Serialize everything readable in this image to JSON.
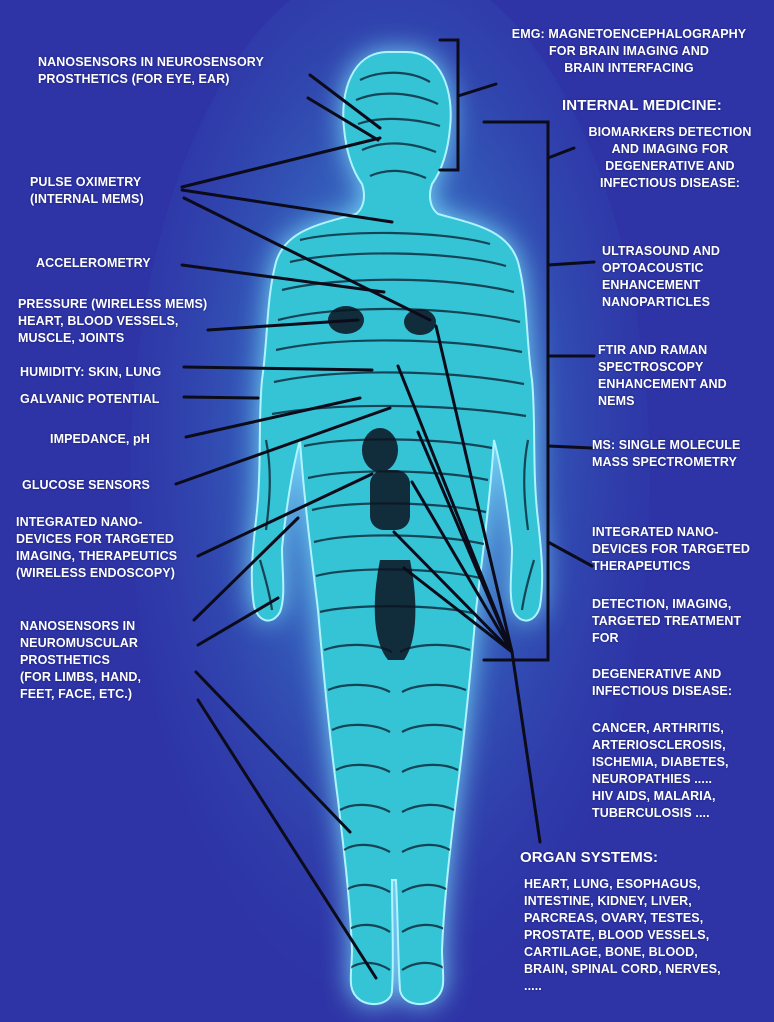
{
  "left_labels": {
    "neurosensory": "NANOSENSORS IN NEUROSENSORY\nPROSTHETICS (FOR EYE, EAR)",
    "pulse_oximetry": "PULSE OXIMETRY\n(INTERNAL MEMS)",
    "accelerometry": "ACCELEROMETRY",
    "pressure": "PRESSURE (WIRELESS MEMS)\nHEART, BLOOD VESSELS,\nMUSCLE, JOINTS",
    "humidity": "HUMIDITY: SKIN, LUNG",
    "galvanic": "GALVANIC POTENTIAL",
    "impedance": "IMPEDANCE, pH",
    "glucose": "GLUCOSE SENSORS",
    "integrated_imaging": "INTEGRATED NANO-\nDEVICES FOR TARGETED\nIMAGING, THERAPEUTICS\n(WIRELESS ENDOSCOPY)",
    "neuromuscular": "NANOSENSORS IN\nNEUROMUSCULAR\nPROSTHETICS\n(FOR LIMBS, HAND,\nFEET, FACE, ETC.)"
  },
  "right_labels": {
    "emg": "EMG: MAGNETOENCEPHALOGRAPHY\nFOR BRAIN IMAGING AND\nBRAIN INTERFACING",
    "internal_medicine": "INTERNAL MEDICINE:",
    "biomarkers": "BIOMARKERS DETECTION\nAND IMAGING FOR\nDEGENERATIVE AND\nINFECTIOUS DISEASE:",
    "ultrasound": "ULTRASOUND AND\nOPTOACOUSTIC\nENHANCEMENT\nNANOPARTICLES",
    "ftir": "FTIR AND RAMAN\nSPECTROSCOPY\nENHANCEMENT AND\nNEMS",
    "ms": "MS: SINGLE MOLECULE\nMASS SPECTROMETRY",
    "integrated_therapeutics": "INTEGRATED NANO-\nDEVICES FOR TARGETED\nTHERAPEUTICS",
    "detection": "DETECTION, IMAGING,\nTARGETED TREATMENT\nFOR",
    "degenerative": "DEGENERATIVE AND\nINFECTIOUS DISEASE:",
    "diseases": "CANCER, ARTHRITIS,\nARTERIOSCLEROSIS,\nISCHEMIA, DIABETES,\nNEUROPATHIES .....\nHIV AIDS, MALARIA,\nTUBERCULOSIS ....",
    "organ_systems_title": "ORGAN SYSTEMS:",
    "organ_systems": "HEART, LUNG, ESOPHAGUS,\nINTESTINE, KIDNEY, LIVER,\nPARCREAS, OVARY, TESTES,\nPROSTATE, BLOOD VESSELS,\nCARTILAGE, BONE, BLOOD,\nBRAIN, SPINAL CORD, NERVES,\n....."
  },
  "colors": {
    "background": "#2e34a6",
    "glow": "#7fe9ff",
    "body_fill": "#35c3d6",
    "contour": "#0a1a2a",
    "leader_line": "#0b0b1a",
    "label_text": "#ffffff"
  }
}
